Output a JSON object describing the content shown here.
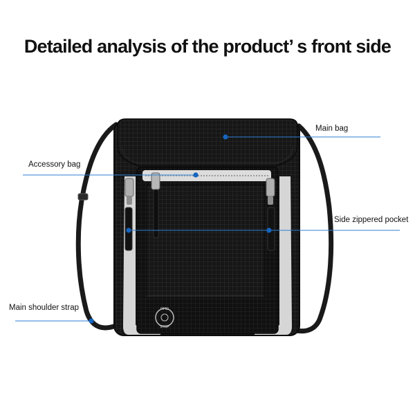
{
  "title": "Detailed analysis of the product’ s front side",
  "callouts": {
    "main_bag": "Main bag",
    "accessory_bag": "Accessory bag",
    "side_zippered_pocket": "Side zippered pocket",
    "main_shoulder_strap": "Main shoulder strap"
  },
  "rfid_badge": {
    "line1": "RFID",
    "line2": "STOP"
  },
  "colors": {
    "callout_line": "#2f7fd6",
    "callout_dot": "#1565c0",
    "bag_body": "#151515",
    "bag_trim": "#d9d9d9"
  }
}
